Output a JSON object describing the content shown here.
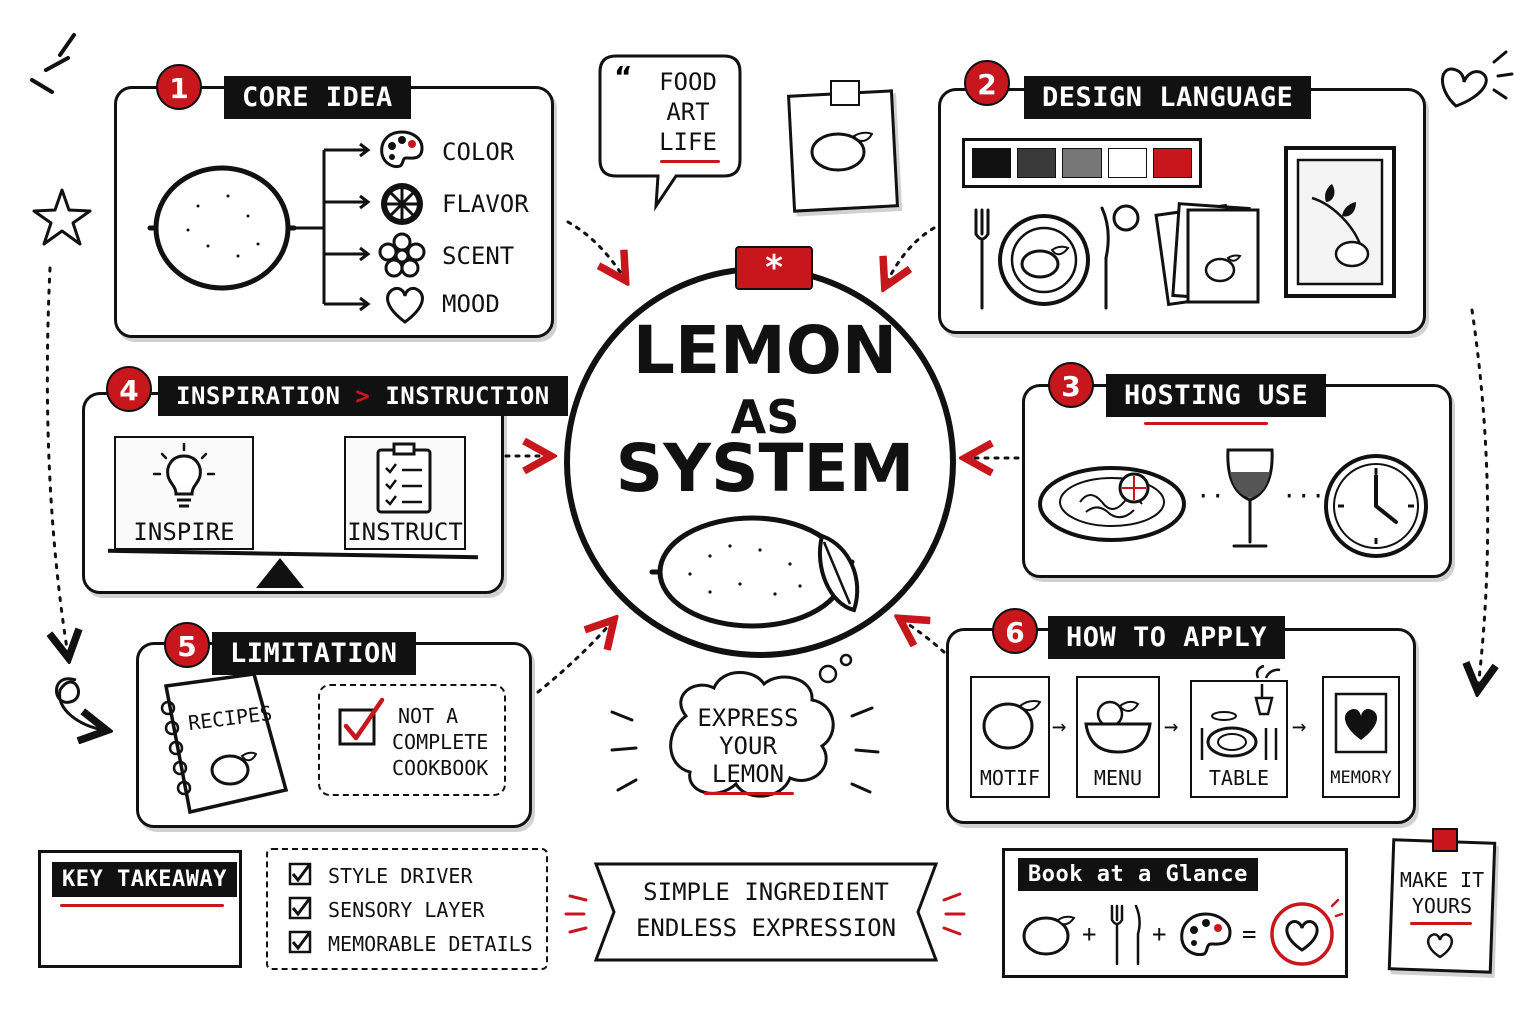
{
  "center": {
    "line1": "LEMON",
    "line2": "AS",
    "line3": "SYSTEM"
  },
  "colors": {
    "accent": "#c8161d",
    "ink": "#111111"
  },
  "quote": {
    "line1": "FOOD",
    "line2": "ART",
    "line3": "LIFE"
  },
  "core_idea": {
    "number": "1",
    "title": "CORE IDEA",
    "items": [
      {
        "label": "COLOR",
        "icon": "palette-icon"
      },
      {
        "label": "FLAVOR",
        "icon": "citrus-slice-icon"
      },
      {
        "label": "SCENT",
        "icon": "flower-icon"
      },
      {
        "label": "MOOD",
        "icon": "heart-icon"
      }
    ]
  },
  "design_language": {
    "number": "2",
    "title": "DESIGN LANGUAGE",
    "swatches": [
      "#111111",
      "#3a3a3a",
      "#777777",
      "#ffffff",
      "#c8161d"
    ]
  },
  "hosting_use": {
    "number": "3",
    "title": "HOSTING USE"
  },
  "inspiration": {
    "number": "4",
    "title_a": "INSPIRATION",
    "title_sep": ">",
    "title_b": "INSTRUCTION",
    "left_label": "INSPIRE",
    "right_label": "INSTRUCT"
  },
  "limitation": {
    "number": "5",
    "title": "LIMITATION",
    "book_label": "RECIPES",
    "note_line1": "NOT A",
    "note_line2": "COMPLETE",
    "note_line3": "COOKBOOK"
  },
  "how_to_apply": {
    "number": "6",
    "title": "HOW TO APPLY",
    "steps": [
      "MOTIF",
      "MENU",
      "TABLE",
      "MEMORY"
    ]
  },
  "thought": {
    "line1": "EXPRESS",
    "line2": "YOUR",
    "line3": "LEMON"
  },
  "key_takeaway": {
    "title": "KEY TAKEAWAY"
  },
  "checklist": [
    "STYLE DRIVER",
    "SENSORY LAYER",
    "MEMORABLE DETAILS"
  ],
  "banner": {
    "line1": "SIMPLE INGREDIENT",
    "line2": "ENDLESS EXPRESSION"
  },
  "glance": {
    "title": "Book at a Glance",
    "plus1": "+",
    "plus2": "+",
    "equals": "="
  },
  "make_it_yours": {
    "line1": "MAKE IT",
    "line2": "YOURS"
  }
}
